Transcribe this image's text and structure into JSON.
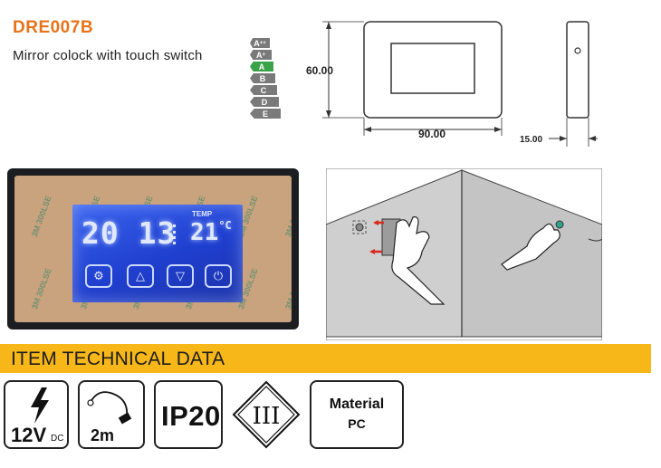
{
  "header": {
    "model": "DRE007B",
    "subtitle": "Mirror colock with touch switch"
  },
  "energy_label": {
    "classes": [
      {
        "label": "A",
        "sup": "++",
        "color": "#7a7a7a"
      },
      {
        "label": "A",
        "sup": "+",
        "color": "#7a7a7a"
      },
      {
        "label": "A",
        "sup": "",
        "color": "#3aa34a"
      },
      {
        "label": "B",
        "sup": "",
        "color": "#7a7a7a"
      },
      {
        "label": "C",
        "sup": "",
        "color": "#7a7a7a"
      },
      {
        "label": "D",
        "sup": "",
        "color": "#7a7a7a"
      },
      {
        "label": "E",
        "sup": "",
        "color": "#7a7a7a"
      }
    ],
    "active": "A"
  },
  "dimensions": {
    "height": "60.00",
    "width": "90.00",
    "depth": "15.00"
  },
  "device": {
    "tape_text": "3M 300LSE",
    "tape_logo": "3M",
    "time": "20 13",
    "minutes_digit": "1",
    "temp_label": "TEMP",
    "temp_value": "21",
    "temp_unit": "°C",
    "buttons": [
      "settings",
      "up",
      "down",
      "power"
    ]
  },
  "banner": {
    "title": "ITEM TECHNICAL DATA"
  },
  "specs": {
    "voltage": "12V",
    "voltage_type": "DC",
    "cable": "2m",
    "ip_rating": "IP20",
    "class": "III",
    "material_label": "Material",
    "material_value": "PC"
  },
  "colors": {
    "accent_orange": "#e8731a",
    "banner_yellow": "#f7b719",
    "screen_blue": "#2a4fe0",
    "energy_green": "#3aa34a"
  }
}
